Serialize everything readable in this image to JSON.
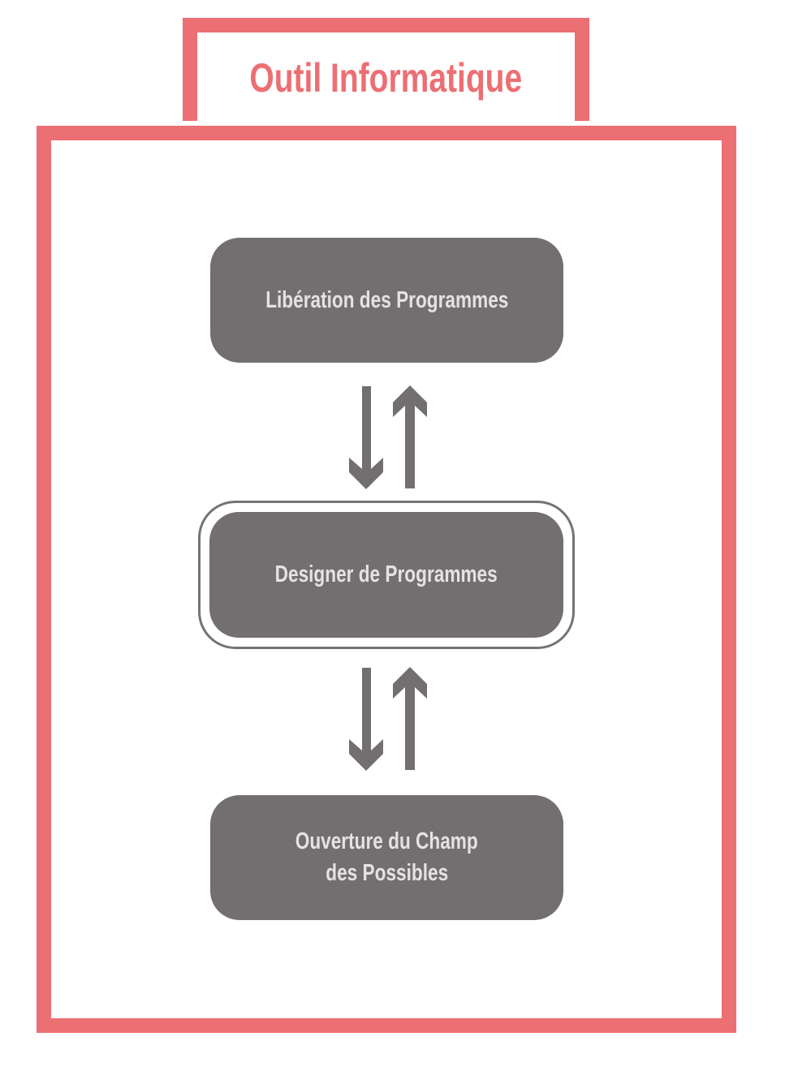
{
  "title": "Outil Informatique",
  "nodes": [
    {
      "label": "Libération des Programmes"
    },
    {
      "label": "Designer de Programmes",
      "highlighted": true
    },
    {
      "label_line1": "Ouverture du Champ",
      "label_line2": "des Possibles"
    }
  ],
  "colors": {
    "accent": "#ec6f73",
    "box": "#736f70",
    "box_text": "#e4e2e2"
  }
}
